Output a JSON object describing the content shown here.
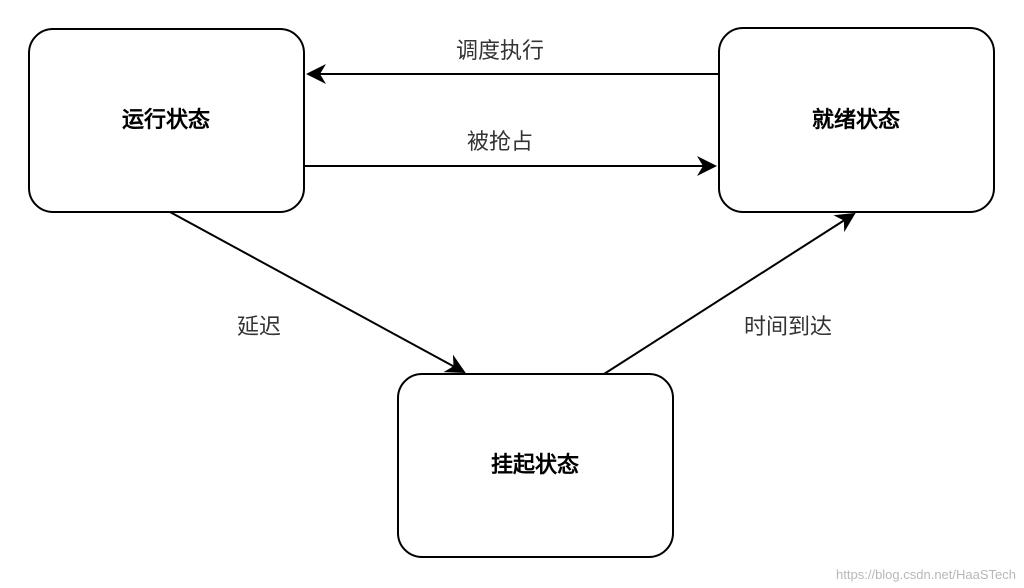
{
  "nodes": {
    "running": "运行状态",
    "ready": "就绪状态",
    "suspended": "挂起状态"
  },
  "edges": {
    "schedule": "调度执行",
    "preempted": "被抢占",
    "delay": "延迟",
    "timeout": "时间到达"
  },
  "watermark": "https://blog.csdn.net/HaaSTech",
  "colors": {
    "stroke": "#000000",
    "edge_label": "#333333",
    "background": "#ffffff"
  }
}
